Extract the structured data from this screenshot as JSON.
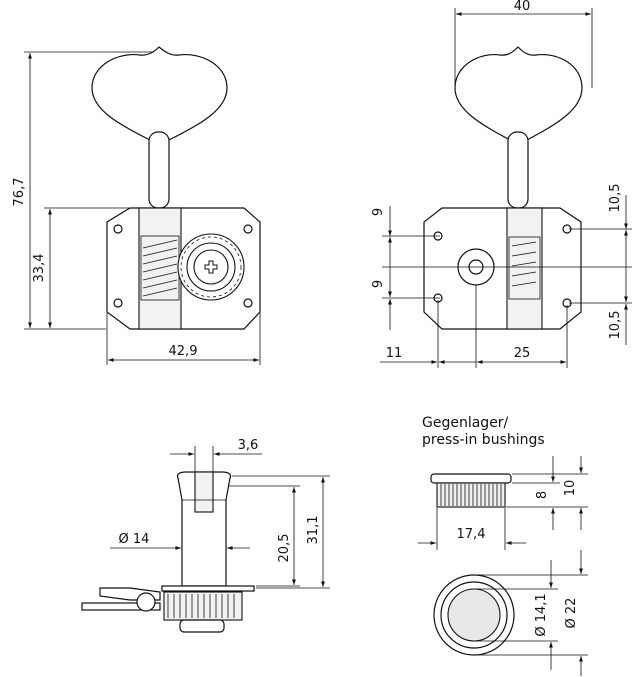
{
  "drawing": {
    "views": {
      "front": {
        "dims": {
          "height_total": "76,7",
          "height_plate": "33,4",
          "width_plate": "42,9"
        }
      },
      "back": {
        "dims": {
          "width_key": "40",
          "v_top": "9",
          "v_bottom": "9",
          "r_top": "10,5",
          "r_bottom": "10,5",
          "h_left": "11",
          "h_right": "25"
        }
      },
      "side": {
        "dims": {
          "slot": "3,6",
          "post_dia": "Ø 14",
          "post_h": "20,5",
          "post_total": "31,1"
        }
      },
      "bushing": {
        "title_line1": "Gegenlager/",
        "title_line2": "press-in bushings",
        "dims": {
          "inner_h": "8",
          "outer_h": "10",
          "width": "17,4",
          "inner_dia": "Ø 14,1",
          "outer_dia": "Ø 22"
        }
      }
    }
  }
}
